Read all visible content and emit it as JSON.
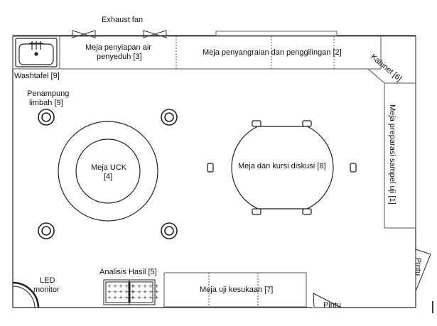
{
  "labels": {
    "exhaust_fan": "Exhaust fan",
    "washtafel": "Washtafel [9]",
    "meja_penyiapan_air_line1": "Meja penyiapan air",
    "meja_penyiapan_air_line2": "penyeduh [3]",
    "meja_penyangraian": "Meja penyangraian dan penggilingan [2]",
    "kabinet": "Kabinet [6]",
    "penampung_limbah_line1": "Penampung",
    "penampung_limbah_line2": "limbah [9]",
    "meja_uck_line1": "Meja UCK",
    "meja_uck_line2": "[4]",
    "meja_kursi_diskusi": "Meja dan kursi diskusi [8]",
    "meja_preparasi": "Meja preparasi sampel uji [1]",
    "led_monitor_line1": "LED",
    "led_monitor_line2": "monitor",
    "analisis_hasil": "Analisis Hasil [5]",
    "meja_uji_kesukaan": "Meja uji kesukaan [7]",
    "pintu_bottom": "Pintu",
    "pintu_right": "Pintu"
  },
  "colors": {
    "wall": "#222222",
    "background": "#ffffff",
    "furniture_border": "#555555"
  }
}
